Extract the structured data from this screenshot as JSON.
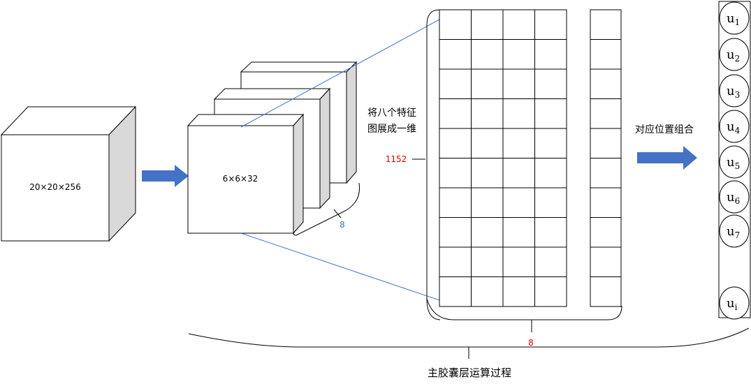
{
  "input_volume_label": "20×20×256",
  "feature_map_label": "6×6×32",
  "feature_map_count": "8",
  "flatten_caption_line1": "将八个特征",
  "flatten_caption_line2": "图展成一维",
  "flattened_length": "1152",
  "column_count": "8",
  "combine_caption": "对应位置组合",
  "capsule_names": [
    {
      "base": "u",
      "sub": "1"
    },
    {
      "base": "u",
      "sub": "2"
    },
    {
      "base": "u",
      "sub": "3"
    },
    {
      "base": "u",
      "sub": "4"
    },
    {
      "base": "u",
      "sub": "5"
    },
    {
      "base": "u",
      "sub": "6"
    },
    {
      "base": "u",
      "sub": "7"
    },
    {
      "base": "u",
      "sub": "i"
    }
  ],
  "process_title": "主胶囊层运算过程",
  "colors": {
    "stroke": "#000000",
    "box_side": "#d9d9d9",
    "arrow_fill": "#4472c4",
    "guide_line": "#4472c4",
    "count_text": "#4472c4",
    "highlight_text": "#e00000"
  }
}
